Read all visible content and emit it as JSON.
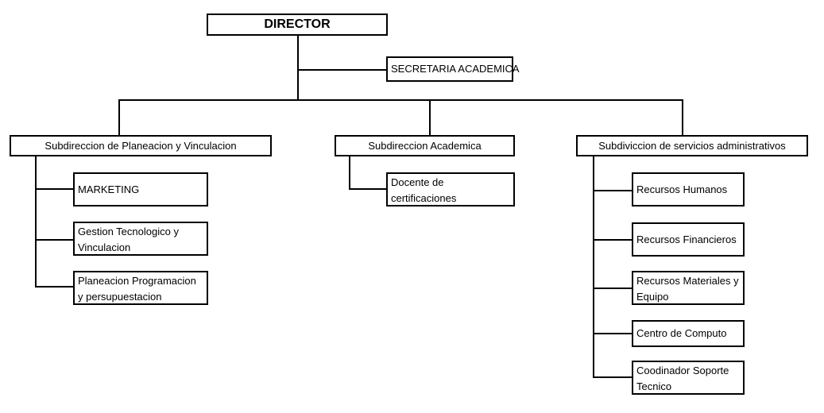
{
  "director": "DIRECTOR",
  "secretaria": "SECRETARIA ACADEMICA",
  "subdirecciones": [
    {
      "label": "Subdireccion de Planeacion y Vinculacion",
      "units": [
        {
          "line1": "MARKETING",
          "line2": ""
        },
        {
          "line1": "Gestion Tecnologico y",
          "line2": "Vinculacion"
        },
        {
          "line1": "Planeacion Programacion",
          "line2": "y persupuestacion"
        }
      ]
    },
    {
      "label": "Subdireccion Academica",
      "units": [
        {
          "line1": "Docente de",
          "line2": "certificaciones"
        }
      ]
    },
    {
      "label": "Subdiviccion de servicios administrativos",
      "units": [
        {
          "line1": "Recursos Humanos",
          "line2": ""
        },
        {
          "line1": "Recursos Financieros",
          "line2": ""
        },
        {
          "line1": "Recursos Materiales y",
          "line2": "Equipo"
        },
        {
          "line1": "Centro de Computo",
          "line2": ""
        },
        {
          "line1": "Coodinador Soporte",
          "line2": "Tecnico"
        }
      ]
    }
  ]
}
